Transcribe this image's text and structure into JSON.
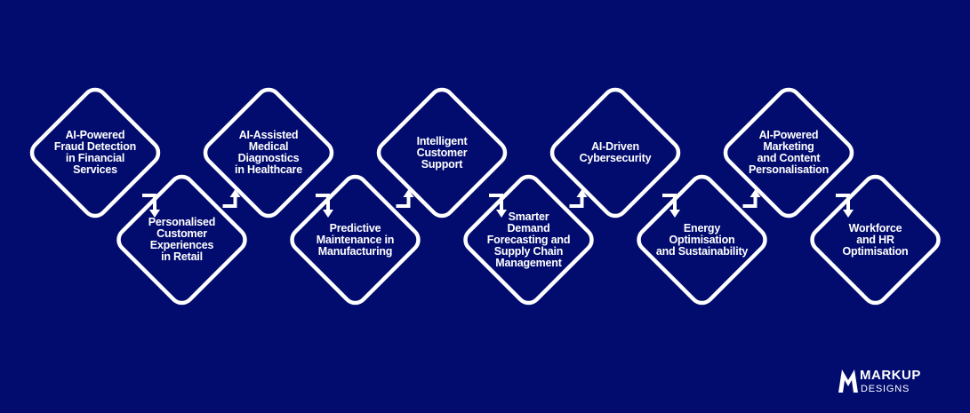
{
  "steps": [
    {
      "label": "AI-Powered\nFraud Detection\nin Financial\nServices"
    },
    {
      "label": "Personalised\nCustomer\nExperiences\nin Retail"
    },
    {
      "label": "AI-Assisted\nMedical\nDiagnostics\nin Healthcare"
    },
    {
      "label": "Predictive\nMaintenance in\nManufacturing"
    },
    {
      "label": "Intelligent\nCustomer\nSupport"
    },
    {
      "label": "Smarter\nDemand\nForecasting and\nSupply Chain\nManagement"
    },
    {
      "label": "AI-Driven\nCybersecurity"
    },
    {
      "label": "Energy\nOptimisation\nand Sustainability"
    },
    {
      "label": "AI-Powered\nMarketing\nand Content\nPersonalisation"
    },
    {
      "label": "Workforce\nand HR\nOptimisation"
    }
  ],
  "logo": {
    "name": "MARKUP",
    "subtitle": "DESIGNS"
  },
  "colors": {
    "background": "#020c6e",
    "stroke": "#ffffff",
    "text": "#ffffff"
  }
}
